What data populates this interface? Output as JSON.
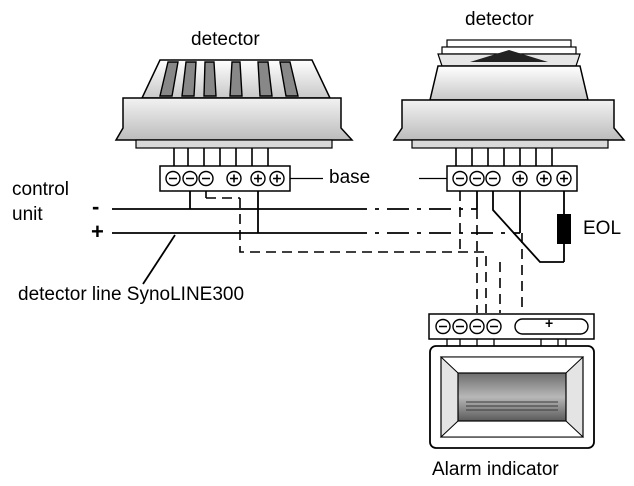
{
  "labels": {
    "detector_left": "detector",
    "detector_right": "detector",
    "base": "base",
    "control_unit_line1": "control",
    "control_unit_line2": "unit",
    "minus": "-",
    "plus": "+",
    "eol": "EOL",
    "detector_line": "detector line SynoLINE300",
    "alarm_indicator": "Alarm indicator"
  }
}
